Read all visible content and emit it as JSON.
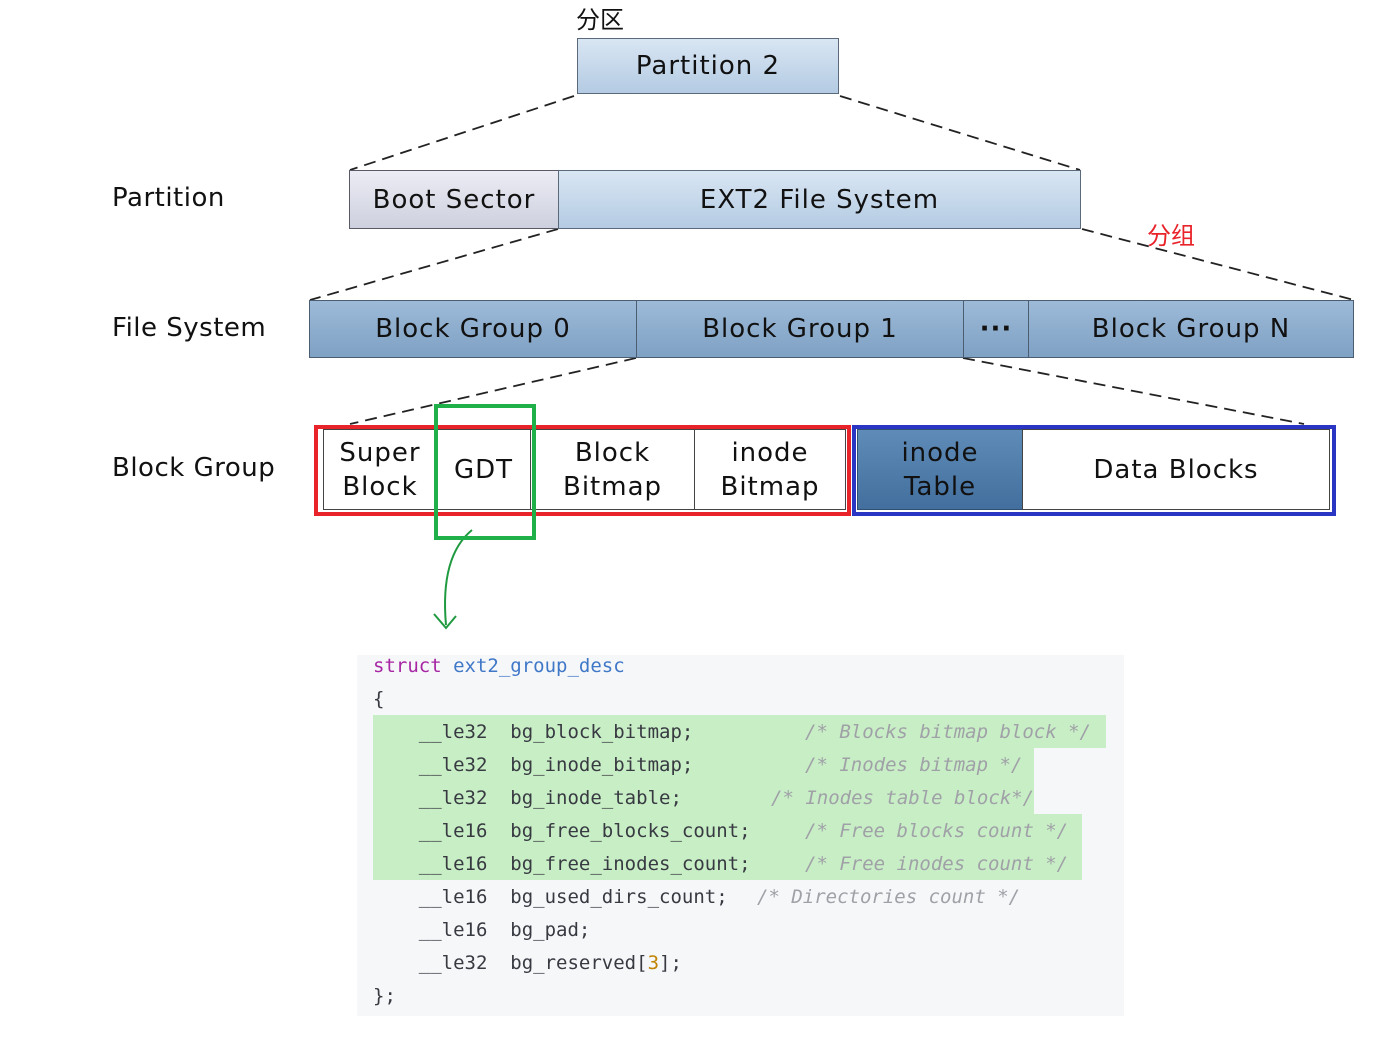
{
  "captions": {
    "top": "分区",
    "group": "分组"
  },
  "row_labels": {
    "partition": "Partition",
    "file_system": "File System",
    "block_group": "Block Group"
  },
  "partition2": "Partition 2",
  "partition_row": {
    "boot_sector": "Boot Sector",
    "ext2": "EXT2 File System"
  },
  "fs_row": {
    "bg0": "Block Group 0",
    "bg1": "Block Group 1",
    "ellipsis": "···",
    "bgn": "Block Group N"
  },
  "bg_row": {
    "super_block": [
      "Super",
      "Block"
    ],
    "gdt": "GDT",
    "block_bitmap": [
      "Block",
      "Bitmap"
    ],
    "inode_bitmap": [
      "inode",
      "Bitmap"
    ],
    "inode_table": [
      "inode",
      "Table"
    ],
    "data_blocks": "Data Blocks"
  },
  "code": {
    "keyword": "struct",
    "name": "ext2_group_desc",
    "open": "{",
    "close": "};",
    "fields": [
      {
        "type": "__le32",
        "decl": "bg_block_bitmap;",
        "comment": "/* Blocks bitmap block */"
      },
      {
        "type": "__le32",
        "decl": "bg_inode_bitmap;",
        "comment": "/* Inodes bitmap */"
      },
      {
        "type": "__le32",
        "decl": "bg_inode_table;",
        "comment": "/* Inodes table block*/"
      },
      {
        "type": "__le16",
        "decl": "bg_free_blocks_count;",
        "comment": "/* Free blocks count */"
      },
      {
        "type": "__le16",
        "decl": "bg_free_inodes_count;",
        "comment": "/* Free inodes count */"
      },
      {
        "type": "__le16",
        "decl": "bg_used_dirs_count;",
        "comment": "/* Directories count */"
      },
      {
        "type": "__le16",
        "decl": "bg_pad;",
        "comment": ""
      },
      {
        "type": "__le32",
        "decl": "bg_reserved[",
        "array_size": "3",
        "decl_end": "];",
        "comment": ""
      }
    ]
  },
  "colors": {
    "red_highlight": "#e8232a",
    "green_highlight": "#1fb04a",
    "blue_highlight": "#2b35c4",
    "code_highlight": "#c8eec6"
  }
}
